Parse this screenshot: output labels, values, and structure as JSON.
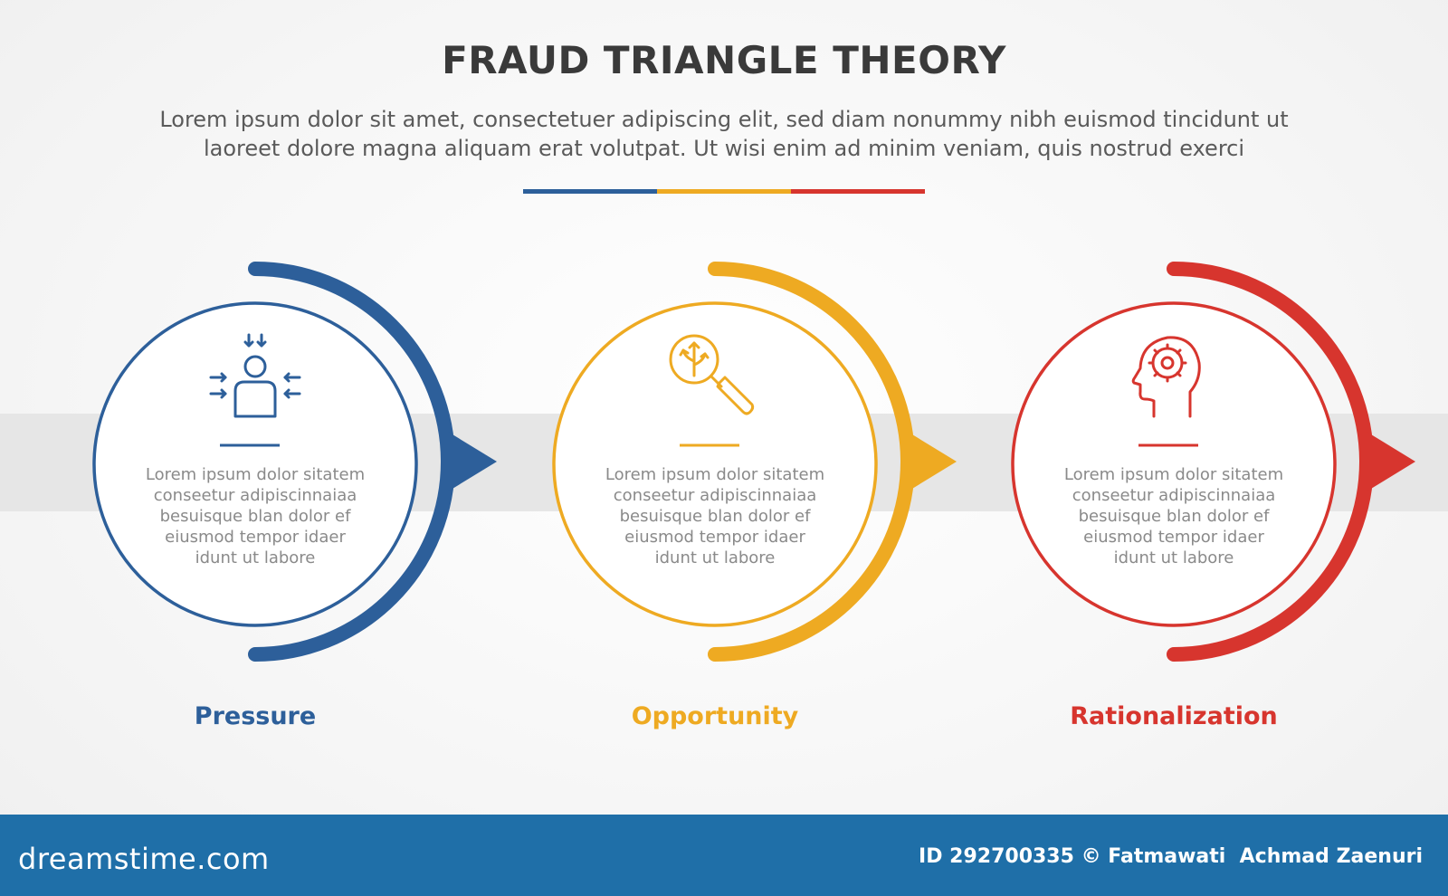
{
  "header": {
    "title": "FRAUD TRIANGLE THEORY",
    "subtitle_lines": [
      "Lorem ipsum dolor sit amet, consectetuer adipiscing elit, sed diam nonummy nibh euismod tincidunt ut",
      "laoreet dolore magna aliquam erat volutpat. Ut wisi enim ad minim veniam, quis nostrud exerci"
    ]
  },
  "colors": {
    "blue": "#2d5f9a",
    "yellow": "#eeaa22",
    "red": "#d7352e",
    "band": "#e6e6e6",
    "footer": "#1f6fa8"
  },
  "steps": [
    {
      "label": "Pressure",
      "icon": "pressure-person-icon",
      "color": "#2d5f9a",
      "desc_lines": [
        "Lorem ipsum dolor sitatem",
        "conseetur adipiscinnaiaa",
        "besuisque blan dolor ef",
        "eiusmod tempor idaer",
        "idunt ut labore"
      ]
    },
    {
      "label": "Opportunity",
      "icon": "magnifier-arrows-icon",
      "color": "#eeaa22",
      "desc_lines": [
        "Lorem ipsum dolor sitatem",
        "conseetur adipiscinnaiaa",
        "besuisque blan dolor ef",
        "eiusmod tempor idaer",
        "idunt ut labore"
      ]
    },
    {
      "label": "Rationalization",
      "icon": "head-gear-icon",
      "color": "#d7352e",
      "desc_lines": [
        "Lorem ipsum dolor sitatem",
        "conseetur adipiscinnaiaa",
        "besuisque blan dolor ef",
        "eiusmod tempor idaer",
        "idunt ut labore"
      ]
    }
  ],
  "footer": {
    "logo_text": "dreamstime.com",
    "credit_text": "ID 292700335 © Fatmawati  Achmad Zaenuri"
  }
}
